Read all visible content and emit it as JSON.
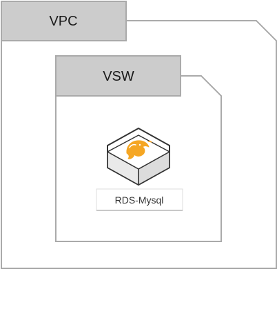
{
  "diagram": {
    "vpc": {
      "label": "VPC"
    },
    "vsw": {
      "label": "VSW"
    },
    "rds": {
      "label": "RDS-Mysql",
      "icon": "mysql-dolphin-icon"
    },
    "colors": {
      "border": "#aaaaaa",
      "tab_fill": "#cccccc",
      "accent": "#f5a623",
      "icon_top": "#ffffff",
      "icon_side": "#e6e6e6",
      "icon_stroke": "#333333"
    }
  }
}
